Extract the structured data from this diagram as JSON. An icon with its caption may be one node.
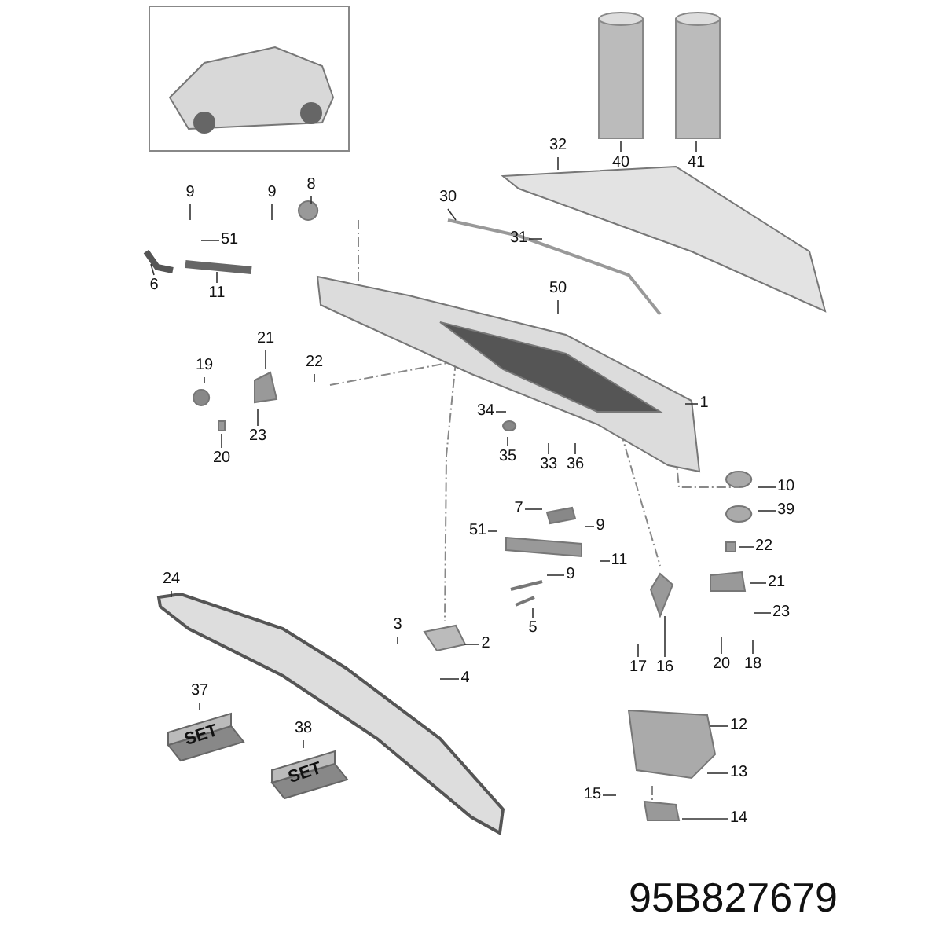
{
  "diagram": {
    "nodes": [
      {
        "text": [
          "40"
        ]
      },
      {
        "text": [
          "41"
        ]
      },
      {
        "text": [
          "32"
        ]
      },
      {
        "text": [
          "9"
        ]
      },
      {
        "text": [
          "9"
        ]
      },
      {
        "text": [
          "8"
        ]
      },
      {
        "text": [
          "30"
        ]
      },
      {
        "text": [
          "51"
        ]
      },
      {
        "text": [
          "31"
        ]
      },
      {
        "text": [
          "6"
        ]
      },
      {
        "text": [
          "11"
        ]
      },
      {
        "text": [
          "50"
        ]
      },
      {
        "text": [
          "21"
        ]
      },
      {
        "text": [
          "19"
        ]
      },
      {
        "text": [
          "22"
        ]
      },
      {
        "text": [
          "1"
        ]
      },
      {
        "text": [
          "34"
        ]
      },
      {
        "text": [
          "23"
        ]
      },
      {
        "text": [
          "20"
        ]
      },
      {
        "text": [
          "35"
        ]
      },
      {
        "text": [
          "33"
        ]
      },
      {
        "text": [
          "36"
        ]
      },
      {
        "text": [
          "10"
        ]
      },
      {
        "text": [
          "7"
        ]
      },
      {
        "text": [
          "39"
        ]
      },
      {
        "text": [
          "9"
        ]
      },
      {
        "text": [
          "51"
        ]
      },
      {
        "text": [
          "11"
        ]
      },
      {
        "text": [
          "22"
        ]
      },
      {
        "text": [
          "9"
        ]
      },
      {
        "text": [
          "24"
        ]
      },
      {
        "text": [
          "21"
        ]
      },
      {
        "text": [
          "23"
        ]
      },
      {
        "text": [
          "3"
        ]
      },
      {
        "text": [
          "5"
        ]
      },
      {
        "text": [
          "2"
        ]
      },
      {
        "text": [
          "4"
        ]
      },
      {
        "text": [
          "17"
        ]
      },
      {
        "text": [
          "16"
        ]
      },
      {
        "text": [
          "20"
        ]
      },
      {
        "text": [
          "18"
        ]
      },
      {
        "text": [
          "37"
        ]
      },
      {
        "text": [
          "12"
        ]
      },
      {
        "text": [
          "38"
        ]
      },
      {
        "text": [
          "13"
        ]
      },
      {
        "text": [
          "15"
        ]
      },
      {
        "text": [
          "14"
        ]
      },
      {
        "text": [],
        "shape": "box"
      },
      {
        "text": [],
        "shape": "box"
      },
      {
        "text": [],
        "shape": "picture"
      }
    ],
    "edges": [
      {
        "from": 0,
        "to": null,
        "arrow": "none"
      },
      {
        "from": 1,
        "to": null,
        "arrow": "none"
      },
      {
        "from": 2,
        "to": null,
        "arrow": "none"
      },
      {
        "from": 3,
        "to": null,
        "arrow": "none"
      },
      {
        "from": 4,
        "to": null,
        "arrow": "none"
      },
      {
        "from": 5,
        "to": null,
        "arrow": "none"
      },
      {
        "from": 6,
        "to": null,
        "arrow": "none"
      },
      {
        "from": 7,
        "to": null,
        "arrow": "none"
      },
      {
        "from": 8,
        "to": null,
        "arrow": "none"
      },
      {
        "from": 9,
        "to": null,
        "arrow": "none"
      },
      {
        "from": 10,
        "to": null,
        "arrow": "none"
      },
      {
        "from": 11,
        "to": null,
        "arrow": "none"
      },
      {
        "from": 12,
        "to": null,
        "arrow": "none"
      },
      {
        "from": 13,
        "to": null,
        "arrow": "none"
      },
      {
        "from": 14,
        "to": null,
        "arrow": "none"
      },
      {
        "from": 15,
        "to": 49,
        "arrow": "none"
      },
      {
        "from": 16,
        "to": null,
        "arrow": "none"
      },
      {
        "from": 17,
        "to": null,
        "arrow": "none"
      },
      {
        "from": 18,
        "to": null,
        "arrow": "none"
      },
      {
        "from": 19,
        "to": null,
        "arrow": "none"
      },
      {
        "from": 20,
        "to": null,
        "arrow": "none"
      },
      {
        "from": 21,
        "to": null,
        "arrow": "none"
      },
      {
        "from": 22,
        "to": null,
        "arrow": "none"
      },
      {
        "from": 23,
        "to": null,
        "arrow": "none"
      },
      {
        "from": 24,
        "to": null,
        "arrow": "none"
      },
      {
        "from": 25,
        "to": null,
        "arrow": "none"
      },
      {
        "from": 26,
        "to": null,
        "arrow": "none"
      },
      {
        "from": 27,
        "to": null,
        "arrow": "none"
      },
      {
        "from": 28,
        "to": null,
        "arrow": "none"
      },
      {
        "from": 29,
        "to": null,
        "arrow": "none"
      },
      {
        "from": 30,
        "to": null,
        "arrow": "none"
      },
      {
        "from": 31,
        "to": null,
        "arrow": "none"
      },
      {
        "from": 32,
        "to": null,
        "arrow": "none"
      },
      {
        "from": 33,
        "to": null,
        "arrow": "none"
      },
      {
        "from": 34,
        "to": null,
        "arrow": "none"
      },
      {
        "from": 35,
        "to": null,
        "arrow": "none"
      },
      {
        "from": 36,
        "to": null,
        "arrow": "none"
      },
      {
        "from": 37,
        "to": null,
        "arrow": "none"
      },
      {
        "from": 38,
        "to": null,
        "arrow": "none"
      },
      {
        "from": 39,
        "to": null,
        "arrow": "none"
      },
      {
        "from": 40,
        "to": null,
        "arrow": "none"
      },
      {
        "from": 41,
        "to": 47,
        "arrow": "none"
      },
      {
        "from": 42,
        "to": null,
        "arrow": "none"
      },
      {
        "from": 43,
        "to": 48,
        "arrow": "none"
      },
      {
        "from": 44,
        "to": null,
        "arrow": "none"
      },
      {
        "from": 45,
        "to": null,
        "arrow": "none"
      },
      {
        "from": 46,
        "to": null,
        "arrow": "none"
      }
    ],
    "labels": [
      "SET",
      "SET",
      "95B827679"
    ]
  }
}
